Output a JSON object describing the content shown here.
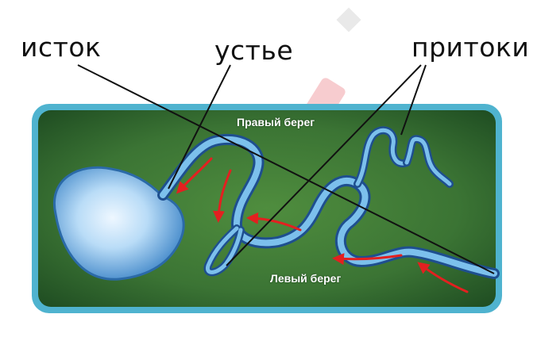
{
  "labels": {
    "source": "исток",
    "mouth": "устье",
    "tributaries": "притоки",
    "right_bank": "Правый берег",
    "left_bank": "Левый берег"
  },
  "colors": {
    "land": "#3e7a36",
    "land_dark": "#1f4d22",
    "frame": "#4fb3cf",
    "water": "#6fb4e4",
    "lake": "#cfe8fb",
    "flow_arrows": "#e32020",
    "pointer_lines": "#111111",
    "watermark": "#f2a3a8"
  },
  "icons": {
    "flow_arrow": "red-flow-arrow-icon"
  }
}
